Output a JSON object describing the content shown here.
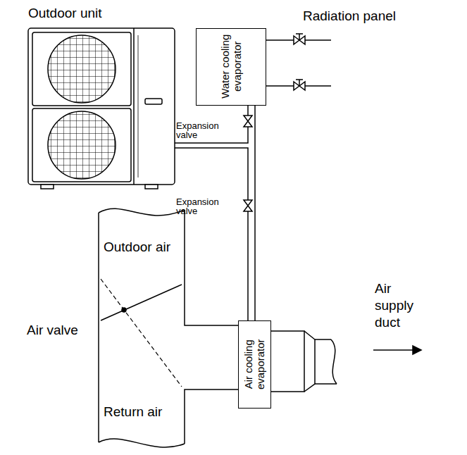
{
  "diagram": {
    "nodes": [
      {
        "text": [
          "Outdoor unit"
        ]
      },
      {
        "text": [
          "Water cooling evaporator"
        ]
      },
      {
        "text": [
          "Air cooling evaporator"
        ]
      }
    ],
    "edges": [
      {
        "from": 0,
        "to": 1,
        "arrow": "none"
      },
      {
        "from": 0,
        "to": 2,
        "arrow": "none"
      },
      {
        "from": 1,
        "to": 2,
        "arrow": "none"
      }
    ],
    "labels": [
      "Radiation panel",
      "Expansion valve",
      "Expansion valve",
      "Outdoor air",
      "Air valve",
      "Return air",
      "Air supply duct"
    ]
  }
}
